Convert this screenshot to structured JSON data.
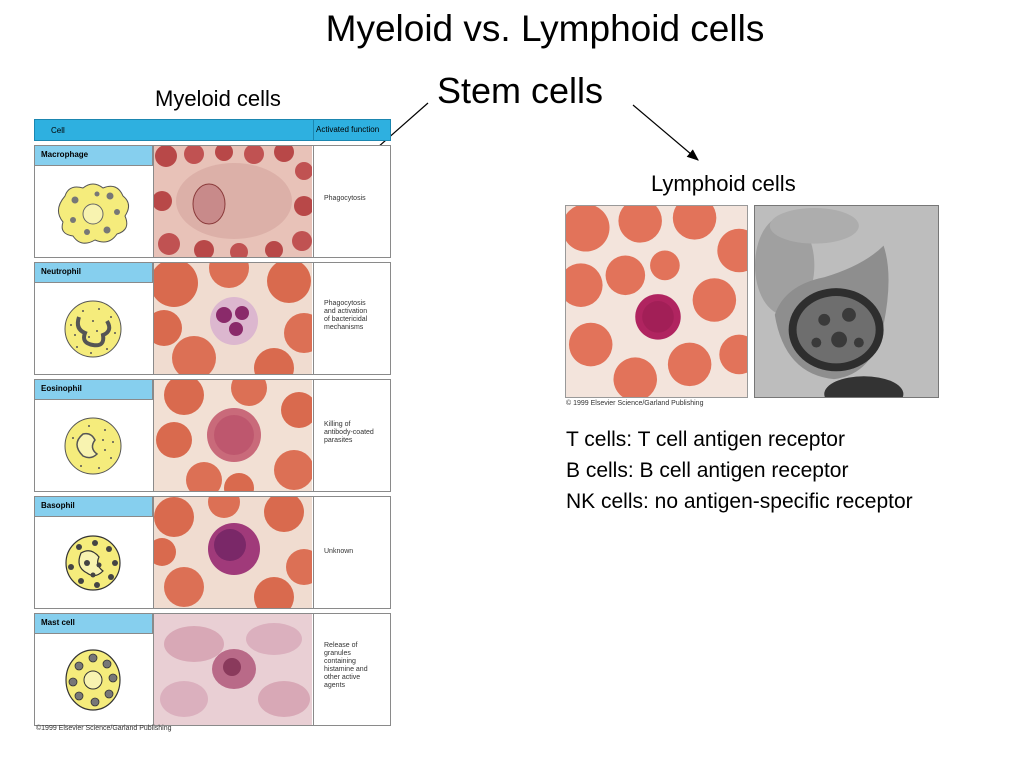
{
  "title": "Myeloid vs. Lymphoid cells",
  "stem_label": "Stem cells",
  "myeloid_label": "Myeloid cells",
  "lymphoid_label": "Lymphoid cells",
  "table": {
    "col_cell": "Cell",
    "col_function": "Activated  function",
    "rows": [
      {
        "name": "Macrophage",
        "function": "Phagocytosis"
      },
      {
        "name": "Neutrophil",
        "function": "Phagocytosis\nand  activation\nof  bactericidal\nmechanisms"
      },
      {
        "name": "Eosinophil",
        "function": "Killing  of\nantibody-coated\nparasites"
      },
      {
        "name": "Basophil",
        "function": "Unknown"
      },
      {
        "name": "Mast  cell",
        "function": "Release of\ngranules\ncontaining\nhistamine  and\nother  active\nagents"
      }
    ],
    "copyright": "©1999 Elsevier Science/Garland Publishing"
  },
  "lymphoid_copyright": "© 1999 Elsevier Science/Garland Publishing",
  "receptors": [
    "T cells: T cell antigen receptor",
    "B cells: B cell antigen receptor",
    "NK cells: no antigen-specific receptor"
  ],
  "colors": {
    "header_blue": "#2eb0e0",
    "name_blue": "#86cfee",
    "cell_yellow": "#f5ec7c",
    "rbc_red": "#d9624a"
  }
}
